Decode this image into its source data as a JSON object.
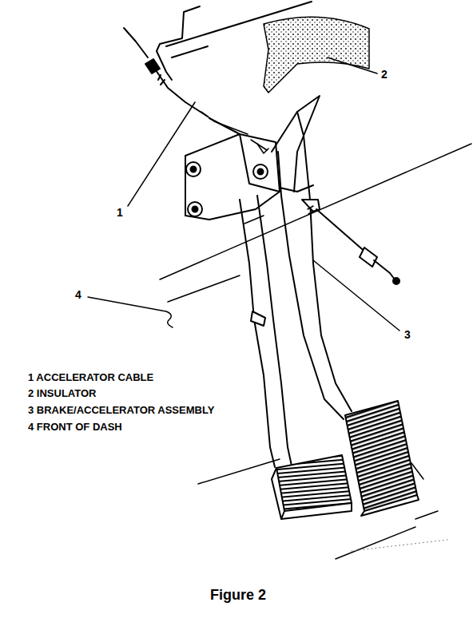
{
  "diagram": {
    "caption": "Figure 2",
    "labels": [
      "1",
      "2",
      "3",
      "4",
      "1  ACCELERATOR CABLE",
      "2  INSULATOR",
      "3  BRAKE/ACCELERATOR ASSEMBLY",
      "4  FRONT OF DASH"
    ]
  }
}
